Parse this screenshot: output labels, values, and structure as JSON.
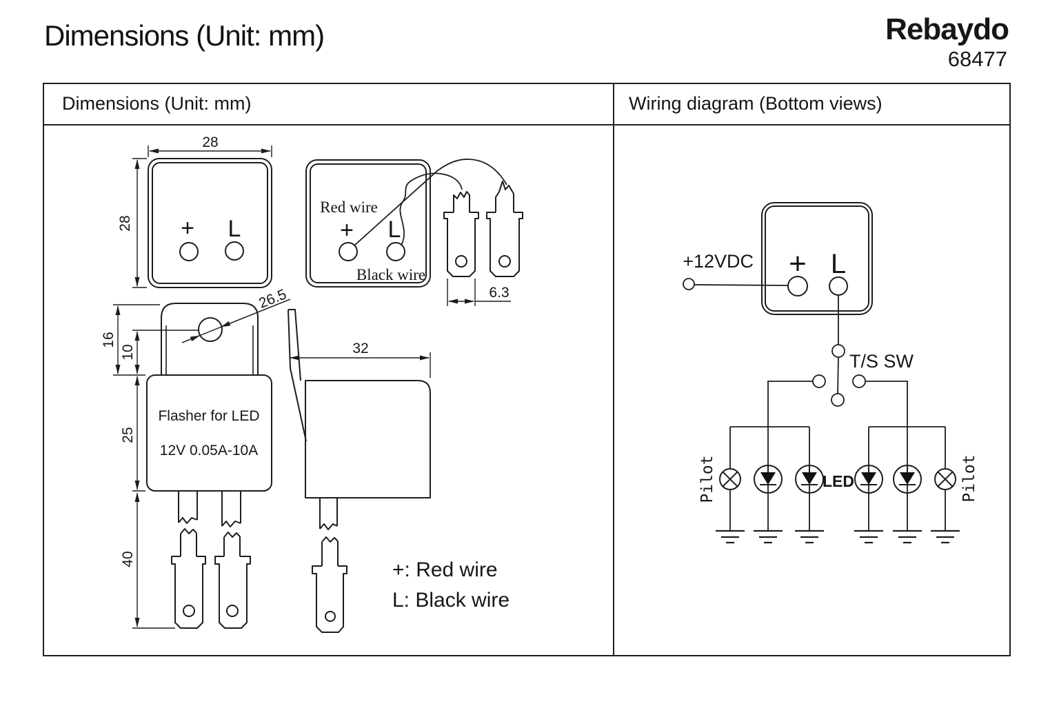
{
  "page": {
    "title": "Dimensions (Unit: mm)",
    "brand": "Rebaydo",
    "model": "68477"
  },
  "table": {
    "left_header": "Dimensions (Unit: mm)",
    "right_header": "Wiring diagram (Bottom views)"
  },
  "dims": {
    "top_view": {
      "width": "28",
      "height": "28",
      "plus": "+",
      "l": "L"
    },
    "wired_view": {
      "red_wire": "Red wire",
      "black_wire": "Black wire",
      "plus": "+",
      "l": "L",
      "pin_width": "6.3"
    },
    "front_view": {
      "hole_dia": "26.5",
      "tab_height": "16",
      "hole_offset": "10",
      "body_height": "25",
      "terminal_length": "40",
      "label_line1": "Flasher for LED",
      "label_line2": "12V 0.05A-10A"
    },
    "side_view": {
      "depth": "32"
    },
    "legend_plus": "+: Red wire",
    "legend_l": "L: Black wire"
  },
  "wiring": {
    "supply": "+12VDC",
    "plus": "+",
    "l": "L",
    "switch": "T/S SW",
    "led": "LED",
    "pilot_left": "Pilot",
    "pilot_right": "Pilot",
    "pilot_color": "#34425a",
    "line_color": "#1c1c1c"
  }
}
